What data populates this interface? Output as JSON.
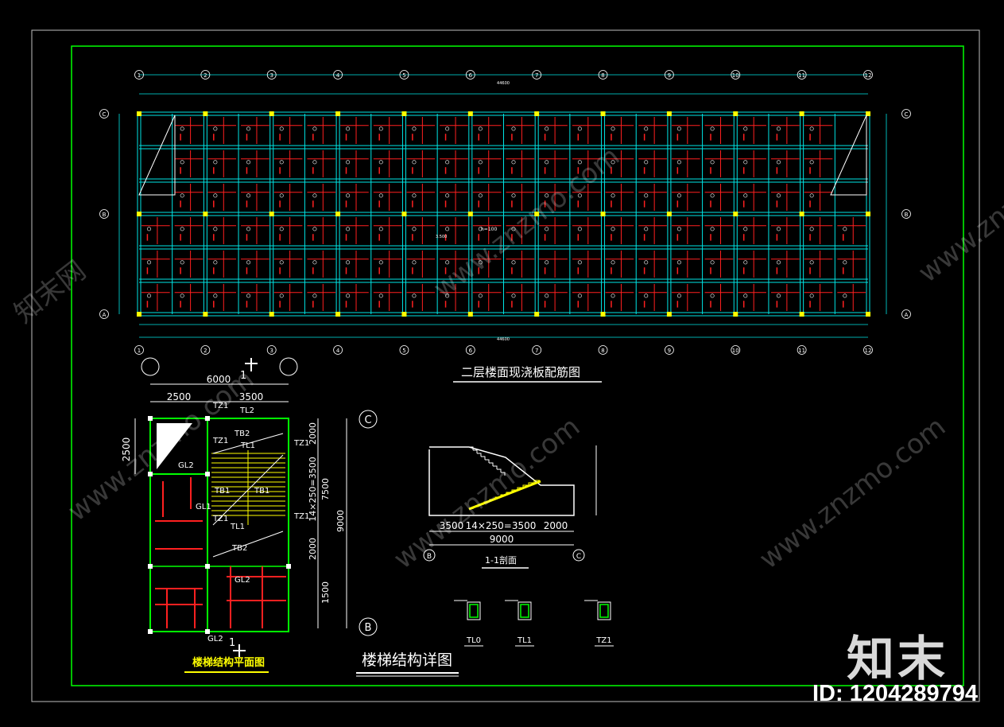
{
  "plan": {
    "title": "二层楼面现浇板配筋图",
    "axes_top": [
      "1",
      "2",
      "3",
      "4",
      "5",
      "6",
      "7",
      "8",
      "9",
      "10",
      "11",
      "12"
    ],
    "axes_side": [
      "C",
      "B",
      "A"
    ],
    "overall_dim": "44600",
    "note_h": "h=100",
    "note_elev": "3.500"
  },
  "stair_plan": {
    "title": "楼梯结构平面图",
    "dim_total": "6000",
    "dim_left": "2500",
    "dim_right": "3500",
    "dim_side": "2500",
    "axis_c": "C",
    "axis_b": "B",
    "section_mark": "1",
    "labels": [
      "TZ1",
      "TL2",
      "TZ1",
      "TB2",
      "TL1",
      "TZ1",
      "TB1",
      "TB1",
      "GL2",
      "GL1",
      "TZ1",
      "TL1",
      "TZ1",
      "TB2",
      "GL2",
      "GL2"
    ],
    "right_dims": [
      "2000",
      "14×250=3500",
      "2000",
      "1500"
    ],
    "right_total_a": "7500",
    "right_total_b": "9000"
  },
  "stair_detail": {
    "title": "楼梯结构详图"
  },
  "section": {
    "title": "1-1剖面",
    "dim_a": "3500",
    "dim_b": "14×250=3500",
    "dim_c": "2000",
    "dim_total": "9000",
    "axis_b": "B",
    "axis_c": "C"
  },
  "beam_details": [
    "TL0",
    "TL1",
    "TZ1"
  ],
  "watermark": {
    "brand_text": "知末",
    "id_text": "ID: 1204289794",
    "url_text": "www.znzmo.com",
    "cn_text": "知末网"
  },
  "colors": {
    "frame": "#00ff00",
    "grid": "#00e5e5",
    "rebar": "#ff2020",
    "text": "#ffffff",
    "yellow": "#ffff00"
  }
}
